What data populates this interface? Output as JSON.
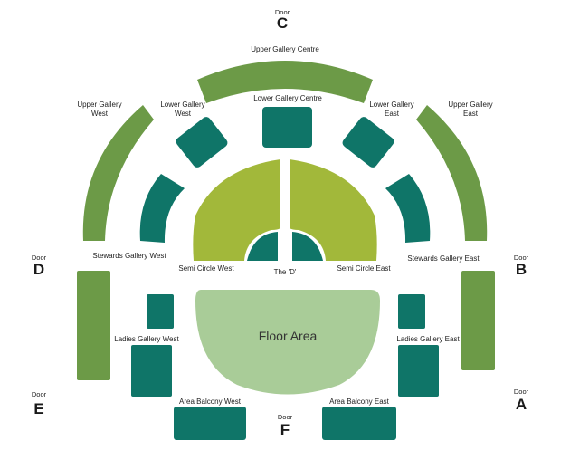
{
  "colors": {
    "dark_green": "#0f7568",
    "mid_green": "#6c9a47",
    "lime": "#a2b83a",
    "floor": "#a9cc98"
  },
  "doors": {
    "word": "Door",
    "c": "C",
    "d": "D",
    "b": "B",
    "e": "E",
    "a": "A",
    "f": "F"
  },
  "sections": {
    "upper_gallery_centre": "Upper Gallery Centre",
    "upper_gallery_west": [
      "Upper Gallery",
      "West"
    ],
    "upper_gallery_east": [
      "Upper Gallery",
      "East"
    ],
    "lower_gallery_west": [
      "Lower Gallery",
      "West"
    ],
    "lower_gallery_east": [
      "Lower Gallery",
      "East"
    ],
    "lower_gallery_centre": "Lower Gallery Centre",
    "stewards_gallery_west": "Stewards Gallery West",
    "stewards_gallery_east": "Stewards Gallery East",
    "semi_circle_west": "Semi Circle West",
    "semi_circle_east": "Semi Circle East",
    "the_d": "The 'D'",
    "ladies_gallery_west": "Ladies Gallery West",
    "ladies_gallery_east": "Ladies Gallery East",
    "floor_area": "Floor Area",
    "area_balcony_west": "Area Balcony West",
    "area_balcony_east": "Area Balcony East"
  }
}
